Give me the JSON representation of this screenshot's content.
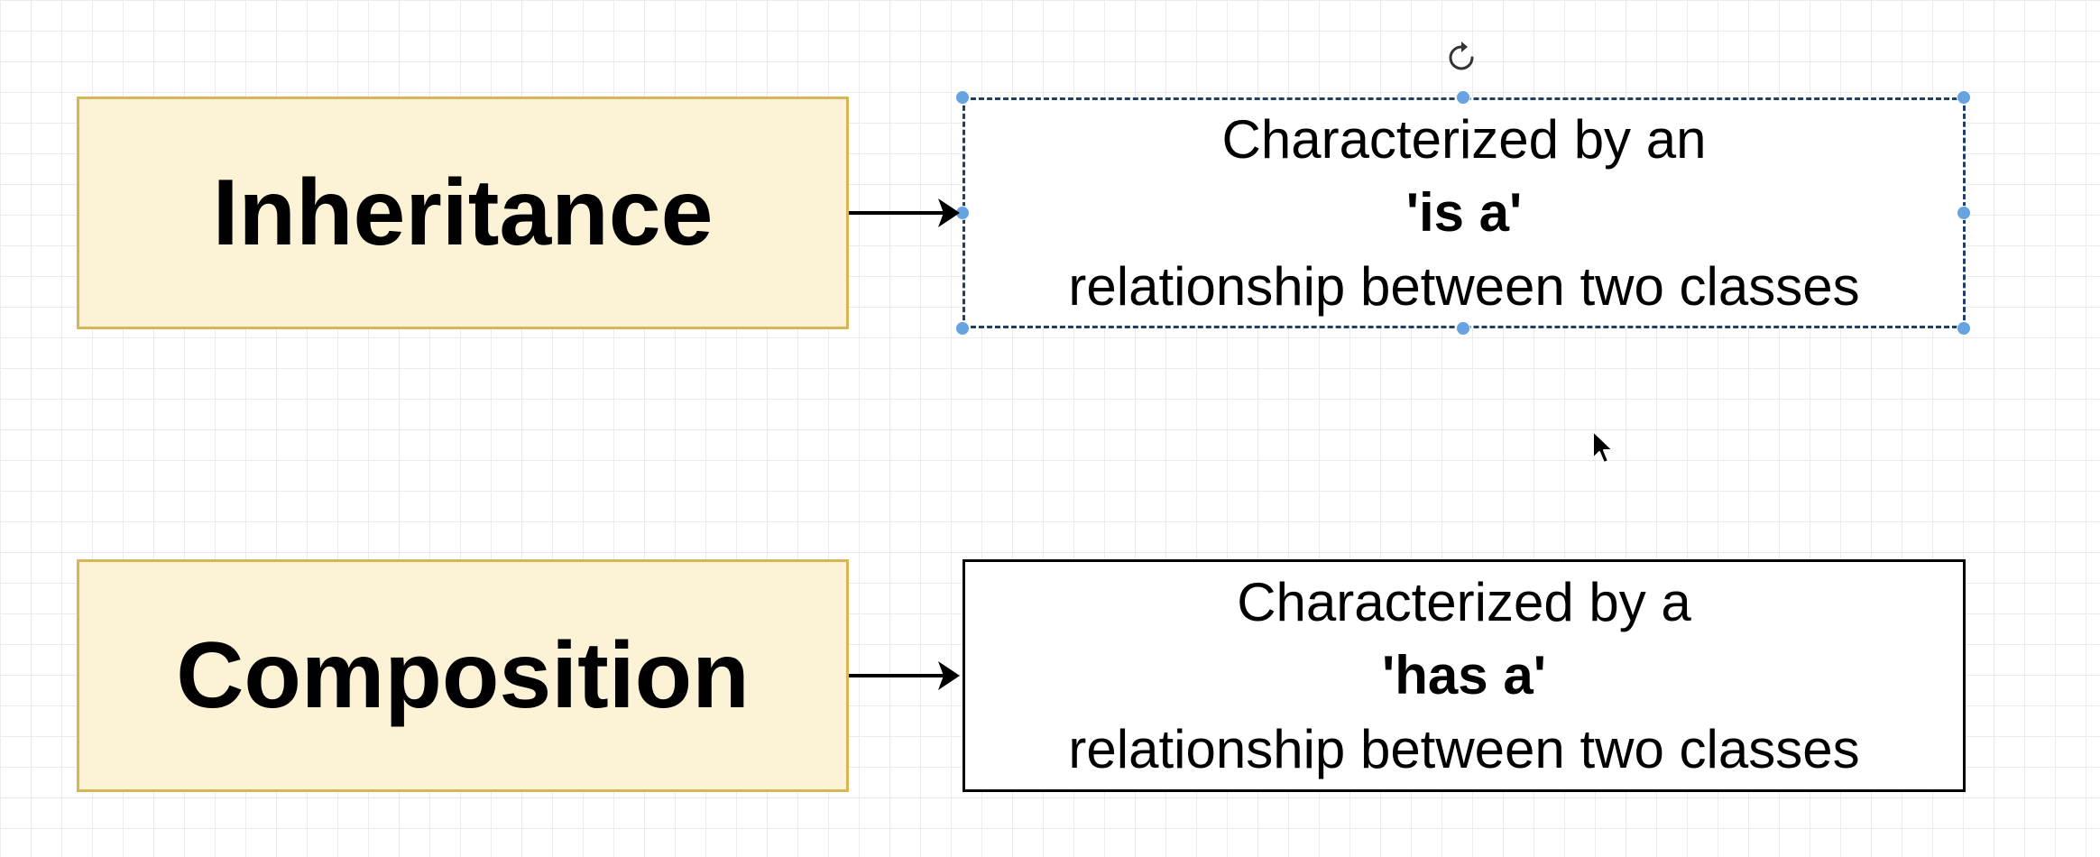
{
  "diagram": {
    "concepts": [
      {
        "id": "inheritance",
        "label": "Inheritance",
        "description": {
          "line1": "Characterized by an",
          "keyword": "'is a'",
          "line3": "relationship between two classes"
        },
        "selected": true
      },
      {
        "id": "composition",
        "label": "Composition",
        "description": {
          "line1": "Characterized by a",
          "keyword": "'has a'",
          "line3": "relationship between two classes"
        },
        "selected": false
      }
    ]
  },
  "colors": {
    "concept_fill": "#fcf2d6",
    "concept_border": "#d6b656",
    "selection_handle": "#66a3e0",
    "selection_border": "#1f3f66",
    "grid_line": "#ebebeb"
  },
  "icons": {
    "rotate": "rotate-icon",
    "cursor": "mouse-cursor-icon"
  }
}
